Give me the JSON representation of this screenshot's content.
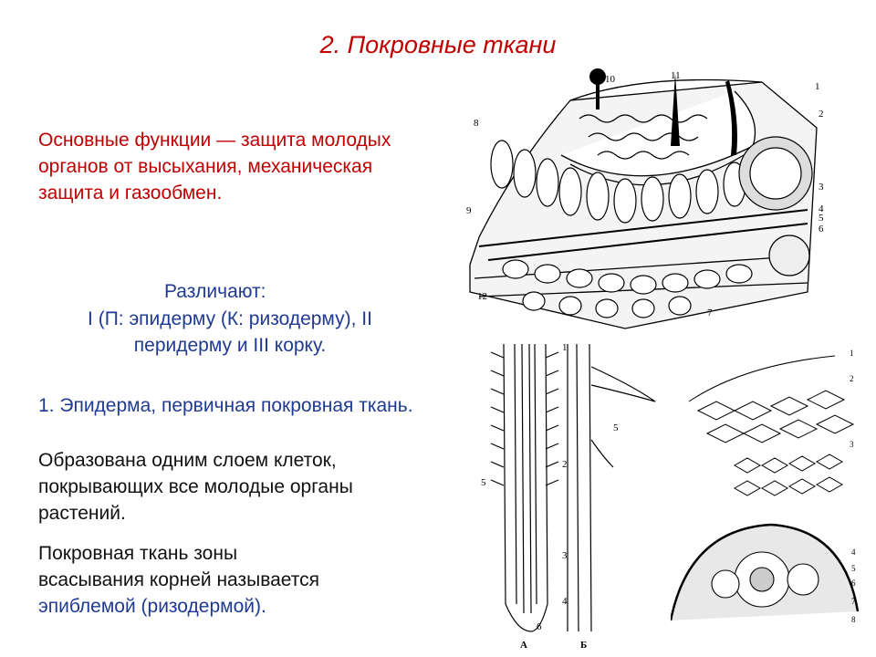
{
  "slide": {
    "title": "2. Покровные ткани",
    "functions_text": "Основные функции — защита молодых органов от высыхания, механическая защита и газообмен.",
    "distinguish_label": "Различают:",
    "distinguish_text": "I (П: эпидерму (К: ризодерму), II перидерму и III корку.",
    "epidermis_heading": "1. Эпидерма, первичная покровная ткань.",
    "epidermis_text": "Образована одним слоем клеток, покрывающих все молодые органы растений.",
    "root_text_line1": "Покровная ткань зоны",
    "root_text_line2": "всасывания корней называется",
    "root_text_term": "эпиблемой (ризодермой)."
  },
  "leaf_figure": {
    "labels": [
      "1",
      "2",
      "3",
      "4",
      "5",
      "6",
      "7",
      "8",
      "9",
      "10",
      "11",
      "12"
    ]
  },
  "root_figure": {
    "zone_labels": [
      "1",
      "2",
      "3",
      "4"
    ],
    "hair_label": "5",
    "tip_label": "6",
    "panel_labels": [
      "А",
      "Б"
    ]
  },
  "section_figure": {
    "labels": [
      "1",
      "2",
      "3",
      "4",
      "5",
      "6",
      "7",
      "8"
    ]
  },
  "colors": {
    "title": "#c00000",
    "body_red": "#c00000",
    "body_blue": "#1f3a93",
    "body_black": "#111111"
  }
}
